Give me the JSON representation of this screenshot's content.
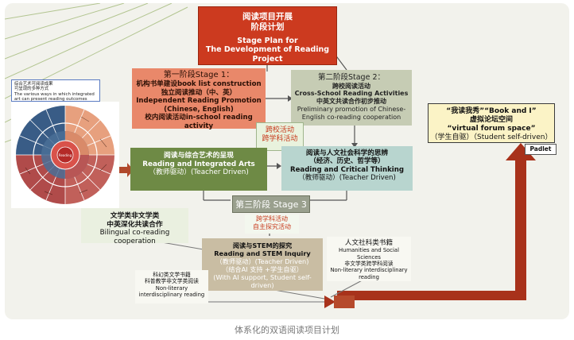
{
  "title": {
    "zh1": "阅读项目开展",
    "zh2": "阶段计划",
    "en1": "Stage Plan for",
    "en2": "The Development of Reading Project"
  },
  "stage1": {
    "head": "第一阶段Stage 1：",
    "l1": "机构书单建设book list construction",
    "l2": "独立阅读推动（中、英）",
    "l3": "Independent Reading Promotion",
    "l4": "(Chinese, English)",
    "l5": "校内阅读活动in-school reading activity"
  },
  "stage2": {
    "head": "第二阶段Stage 2：",
    "l1": "跨校阅读活动",
    "l2": "Cross-School Reading Activities",
    "l3": "中英文共读合作初步推动",
    "l4": "Preliminary promotion of Chinese-English co-reading cooperation"
  },
  "transition": {
    "l1": "跨校活动",
    "l2": "跨学科活动"
  },
  "arts": {
    "l1": "阅读与综合艺术的呈现",
    "l2": "Reading and Integrated Arts",
    "l3": "（教师驱动）(Teacher Driven)"
  },
  "thinking": {
    "l1": "阅读与人文社会科学的思辨",
    "l2": "（经济、历史、哲学等）",
    "l3": "Reading and Critical Thinking",
    "l4": "（教师驱动）(Teacher Driven)"
  },
  "stage3": {
    "head": "第三阶段 Stage 3",
    "l1": "跨学科活动",
    "l2": "自主探究活动"
  },
  "stem": {
    "l1": "阅读与STEM的探究",
    "l2": "Reading and STEM Inquiry",
    "l3": "（教师驱动）(Teacher Driven)",
    "l4": "（结合AI 支持 +学生自驱）",
    "l5": "(With AI support, Student self-driven)"
  },
  "literature": {
    "l1": "文学类非文学类",
    "l2": "中英深化共读合作",
    "l3": "Bilingual co-reading cooperation"
  },
  "science": {
    "l1": "科幻类文学书籍",
    "l2": "科普教学非文学类阅读",
    "l3": "Non-literary interdisciplinary reading"
  },
  "humanities": {
    "l1": "人文社科类书籍",
    "l2": "Humanities and Social Sciences",
    "l3": "非文学类跨学科阅读",
    "l4": "Non-literary interdisciplinary reading"
  },
  "book_and_i": {
    "l1": "“我读我秀”“Book and I”",
    "l2": "虚拟论坛空间",
    "l3": "“virtual forum space”",
    "l4": "（学生自驱）（Student self-driven）"
  },
  "padlet": "Padlet",
  "wheel_label": {
    "l1": "综合艺术可阅读成果",
    "l2": "可呈现的多种方式",
    "l3": "The various ways in which integrated",
    "l4": "art can present reading outcomes"
  },
  "wheel_center": "Reading",
  "caption": "体系化的双语阅读项目计划",
  "colors": {
    "title_red": "#cc3a1f",
    "stage1_salmon": "#e9886a",
    "arts_green": "#6e8a45",
    "thinking_teal": "#b8d5cf",
    "arrow_red": "#a8321b"
  }
}
